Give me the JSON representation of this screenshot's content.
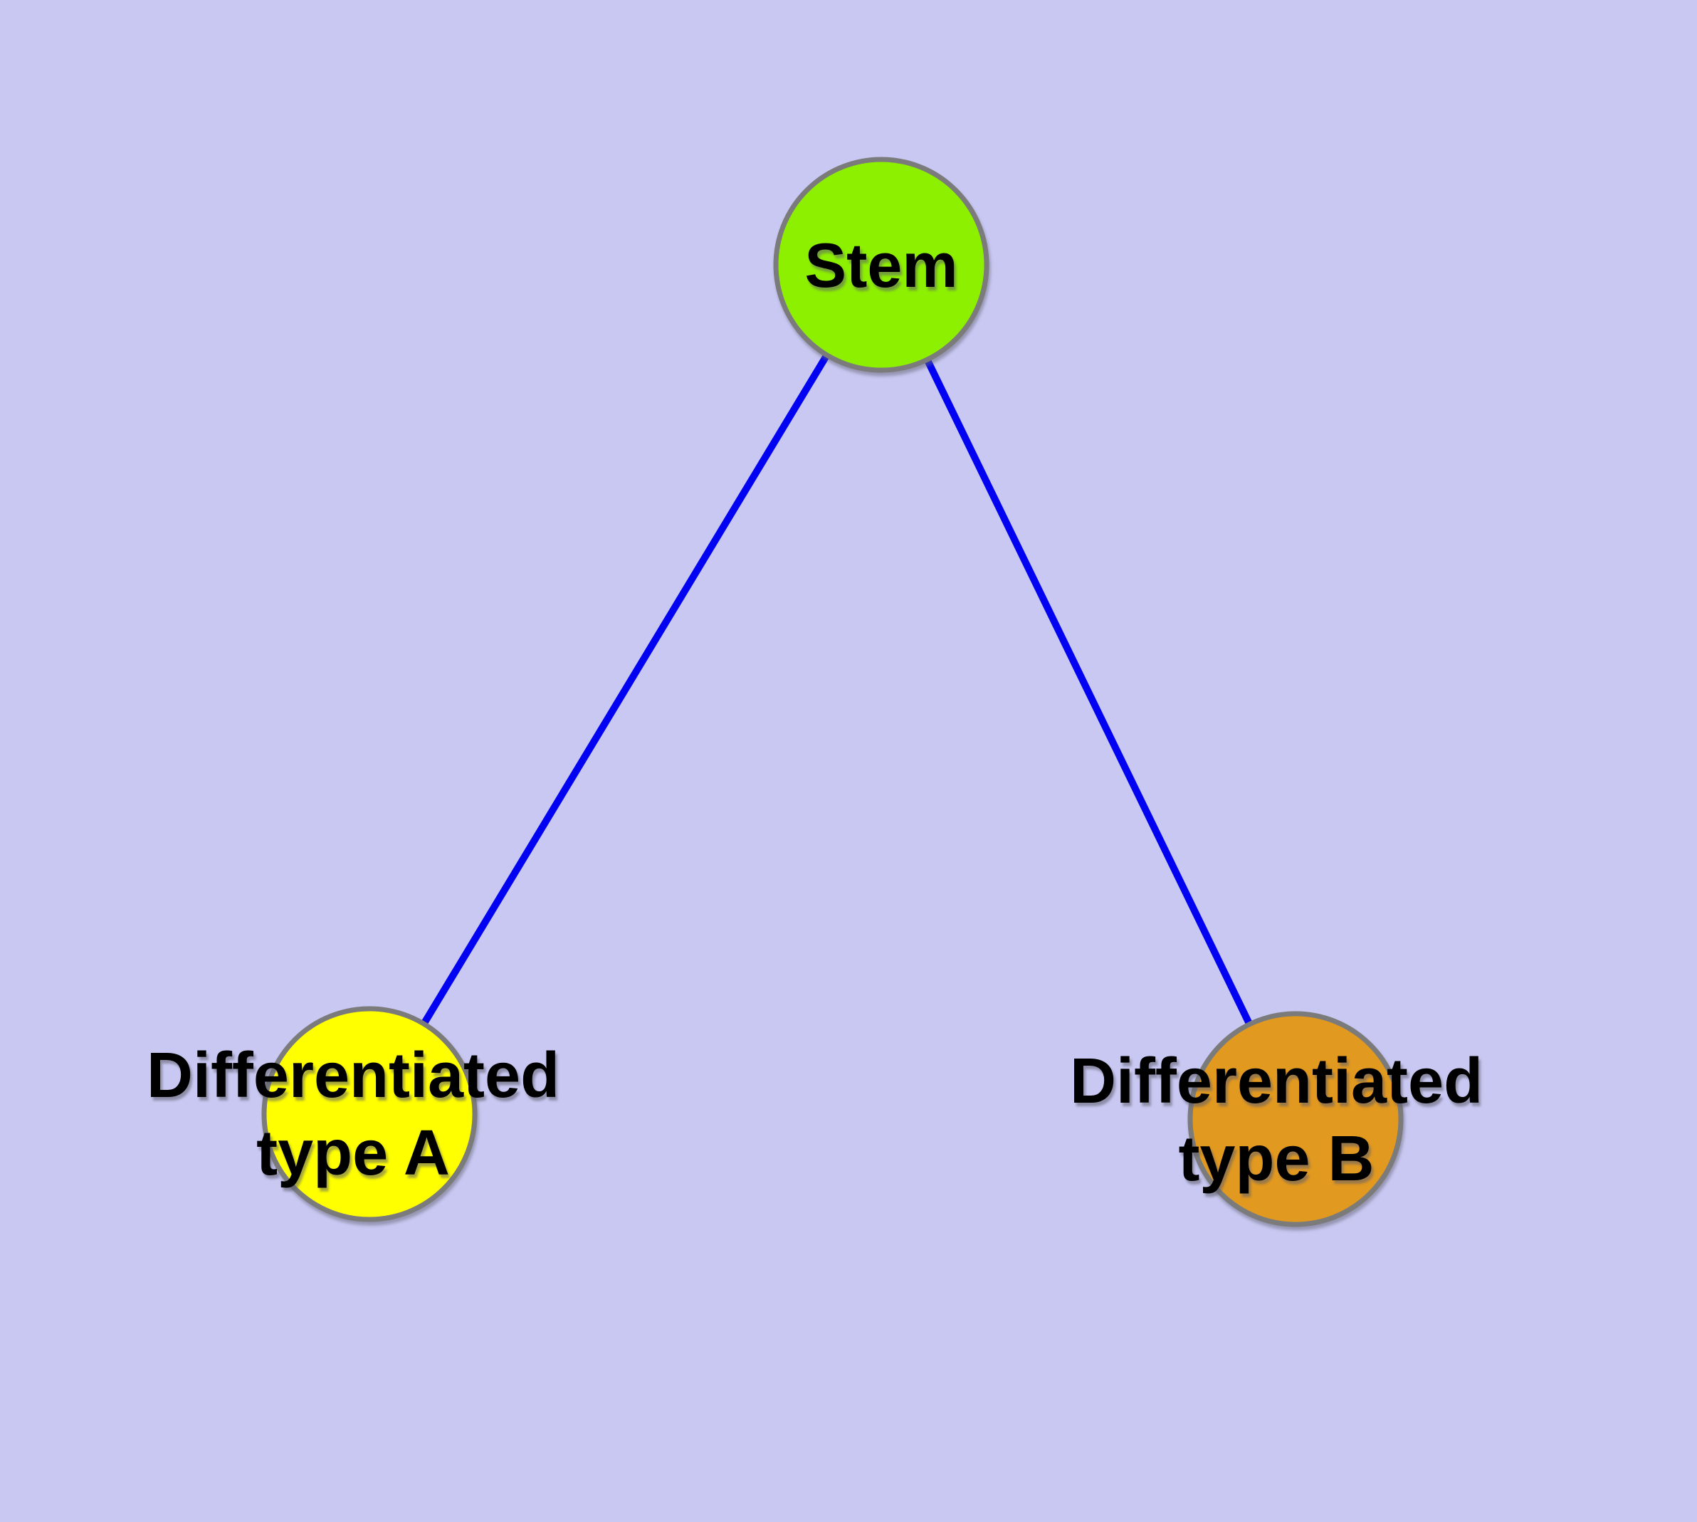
{
  "diagram": {
    "background_color": "#C8C8F2",
    "edge_color": "#0202F2",
    "node_border_color": "#7B7B7B",
    "nodes": [
      {
        "id": "stem",
        "label": "Stem",
        "fill": "#8DF000"
      },
      {
        "id": "differentiated-type-a",
        "label_line1": "Differentiated",
        "label_line2": "type A",
        "fill": "#FFFF00"
      },
      {
        "id": "differentiated-type-b",
        "label_line1": "Differentiated",
        "label_line2": "type B",
        "fill": "#E2991F"
      }
    ],
    "edges": [
      {
        "from": "stem",
        "to": "differentiated-type-a"
      },
      {
        "from": "stem",
        "to": "differentiated-type-b"
      }
    ]
  }
}
